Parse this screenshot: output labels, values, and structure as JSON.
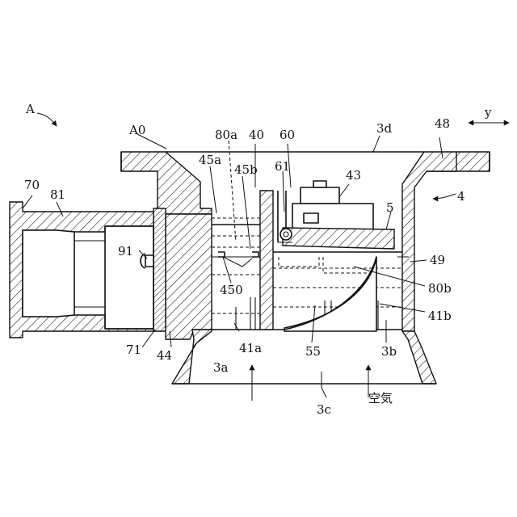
{
  "labels": {
    "A": "A",
    "A0": "A0",
    "y": "y",
    "70": "70",
    "81": "81",
    "91": "91",
    "71": "71",
    "44": "44",
    "45a": "45a",
    "45b": "45b",
    "80a": "80a",
    "40": "40",
    "60": "60",
    "61": "61",
    "43": "43",
    "3d": "3d",
    "48": "48",
    "4": "4",
    "5": "5",
    "49": "49",
    "80b": "80b",
    "41b": "41b",
    "450": "450",
    "41a": "41a",
    "3a": "3a",
    "55": "55",
    "3b": "3b",
    "3c": "3c",
    "air": "空気"
  },
  "colors": {
    "line": "#111111",
    "background": "#ffffff"
  }
}
